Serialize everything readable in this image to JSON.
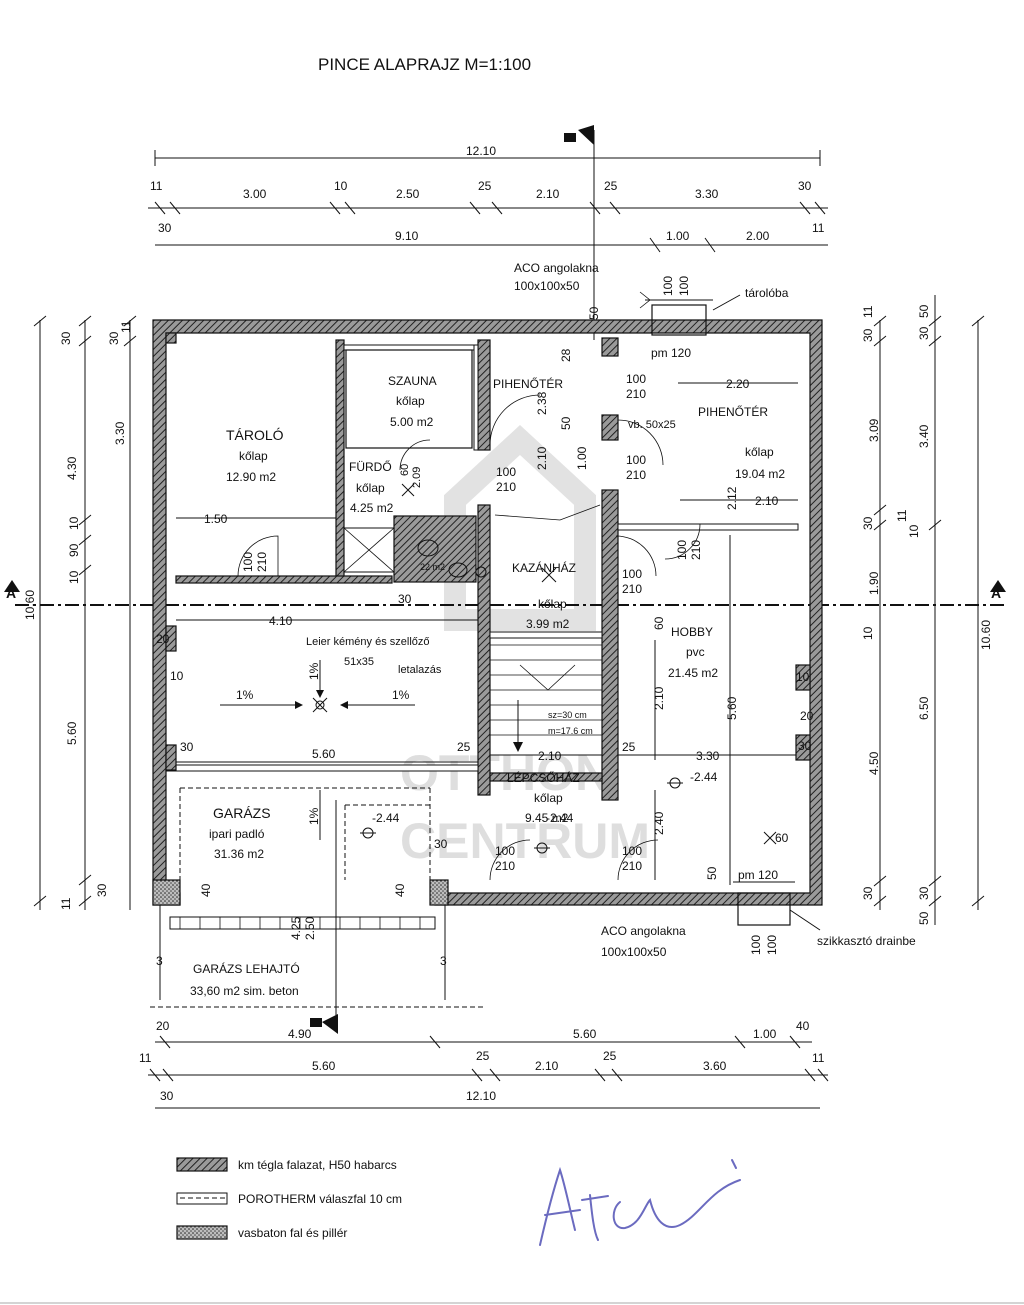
{
  "title": "PINCE ALAPRAJZ  M=1:100",
  "dims_top": {
    "total": "12.10",
    "row2": [
      "11",
      "3.00",
      "10",
      "2.50",
      "25",
      "2.10",
      "25",
      "3.30",
      "30"
    ],
    "row3": [
      "30",
      "9.10",
      "1.00",
      "2.00",
      "11"
    ]
  },
  "dims_bottom": {
    "row1": [
      "20",
      "4.90",
      "5.60",
      "1.00",
      "40"
    ],
    "row2": [
      "11",
      "5.60",
      "25",
      "2.10",
      "25",
      "3.60",
      "11"
    ],
    "row3": [
      "30",
      "12.10"
    ]
  },
  "dims_left": {
    "outer": [
      "10.60"
    ],
    "mid": [
      "30",
      "4.30",
      "10",
      "90",
      "10",
      "5.60",
      "11",
      "30"
    ],
    "inner": [
      "30",
      "3.30",
      "11"
    ]
  },
  "dims_right": {
    "outer": [
      "10.60"
    ],
    "mid": [
      "30",
      "3.40",
      "6.50",
      "30",
      "50"
    ],
    "inner": [
      "30",
      "11",
      "3.09",
      "30",
      "11",
      "10",
      "1.90",
      "10",
      "4.50",
      "30",
      "50"
    ]
  },
  "rooms": {
    "taroloname": "TÁROLÓ",
    "tarolofloor": "kőlap",
    "taroloarea": "12.90 m2",
    "szaunaname": "SZAUNA",
    "szaunafloor": "kőlap",
    "szaunaarea": "5.00 m2",
    "furdoname": "FÜRDŐ",
    "furdofloor": "kőlap",
    "furdoarea": "4.25 m2",
    "piheno1": "PIHENŐTÉR",
    "piheno2name": "PIHENŐTÉR",
    "piheno2floor": "kőlap",
    "piheno2area": "19.04 m2",
    "kazanname": "KAZÁNHÁZ",
    "kazanfloor": "kőlap",
    "kazanarea": "3.99 m2",
    "hobbyname": "HOBBY",
    "hobbyfloor": "pvc",
    "hobbyarea": "21.45 m2",
    "lepcsoname": "LÉPCSŐHÁZ",
    "lepcsofloor": "kőlap",
    "lepcsoarea": "9.45 m2",
    "garazsname": "GARÁZS",
    "garazsfloor": "ipari padló",
    "garazsarea": "31.36 m2",
    "lehajtoname": "GARÁZS LEHAJTÓ",
    "lehajtoarea": "33,60 m2 sim. beton"
  },
  "annotations": {
    "aco_top": [
      "ACO angolakna",
      "100x100x50"
    ],
    "aco_bottom": [
      "ACO angolakna",
      "100x100x50"
    ],
    "tarolo_arrow": "tárolóba",
    "szikkaszto": "szikkasztó drainbe",
    "leier": "Leier kémény és szellőző",
    "leier_size": "51x35",
    "letalazas": "letalazás",
    "vb": "vb. 50x25",
    "pm1": "pm 120",
    "pm2": "pm 120",
    "stair1": "sz=30 cm",
    "stair2": "m=17.6 cm",
    "slope": "1%",
    "level": "-2.44",
    "door": [
      "100",
      "210"
    ],
    "inner_dims": [
      "1.50",
      "4.10",
      "5.60",
      "2.20",
      "2.10",
      "2.10",
      "3.30",
      "2.38",
      "2.12",
      "5.60",
      "2.10",
      "2.40",
      "2.10",
      "4.25",
      "2.50",
      "50",
      "60",
      "28",
      "50",
      "1.00",
      "20",
      "10",
      "30",
      "25",
      "25",
      "30",
      "40",
      "40",
      "3",
      "3",
      "60",
      "50"
    ],
    "misc": [
      "60",
      "2.09",
      "22 m2"
    ]
  },
  "legend": [
    "km tégla falazat, H50 habarcs",
    "POROTHERM válaszfal 10 cm",
    "vasbaton fal és pillér"
  ],
  "watermark": [
    "OTTHON",
    "CENTRUM"
  ],
  "section_label": "A"
}
